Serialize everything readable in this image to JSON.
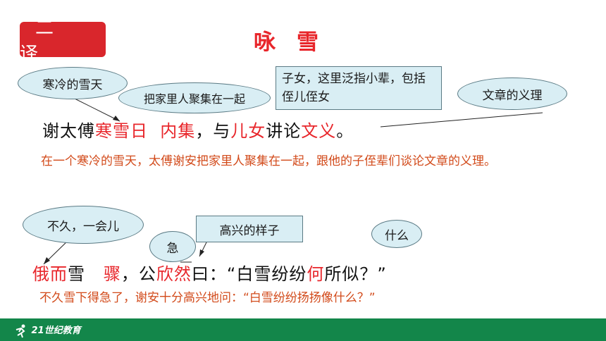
{
  "header": {
    "section_label": "二 译",
    "title": "咏雪"
  },
  "notes": {
    "hanxue": "寒冷的雪天",
    "neiji": "把家里人聚集在一起",
    "ernv": "子女，这里泛指小辈，包括侄儿侄女",
    "wenyi": "文章的义理",
    "ejian": "不久，一会儿",
    "ji": "急",
    "xinran": "高兴的样子",
    "he": "什么"
  },
  "sentence1": {
    "p1": "谢太傅",
    "p2": "寒雪日",
    "p3": "内集",
    "p4": "，与",
    "p5": "儿女",
    "p6": "讲论",
    "p7": "文义",
    "p8": "。"
  },
  "translation1": "在一个寒冷的雪天，太傅谢安把家里人聚集在一起，跟他的子侄辈们谈论文章的义理。",
  "sentence2": {
    "p1": "俄而",
    "p2": "雪",
    "p3": "骤",
    "p4": "，公",
    "p5": "欣然",
    "p6": "曰：“白雪纷纷",
    "p7": "何",
    "p8": "所似？”"
  },
  "translation2": "不久雪下得急了，谢安十分高兴地问：“白雪纷纷扬扬像什么？”",
  "footer": {
    "logo_text": "21世纪教育"
  },
  "colors": {
    "red": "#e8262b",
    "green_bar": "#13864a",
    "bubble": "#d9eef4"
  }
}
